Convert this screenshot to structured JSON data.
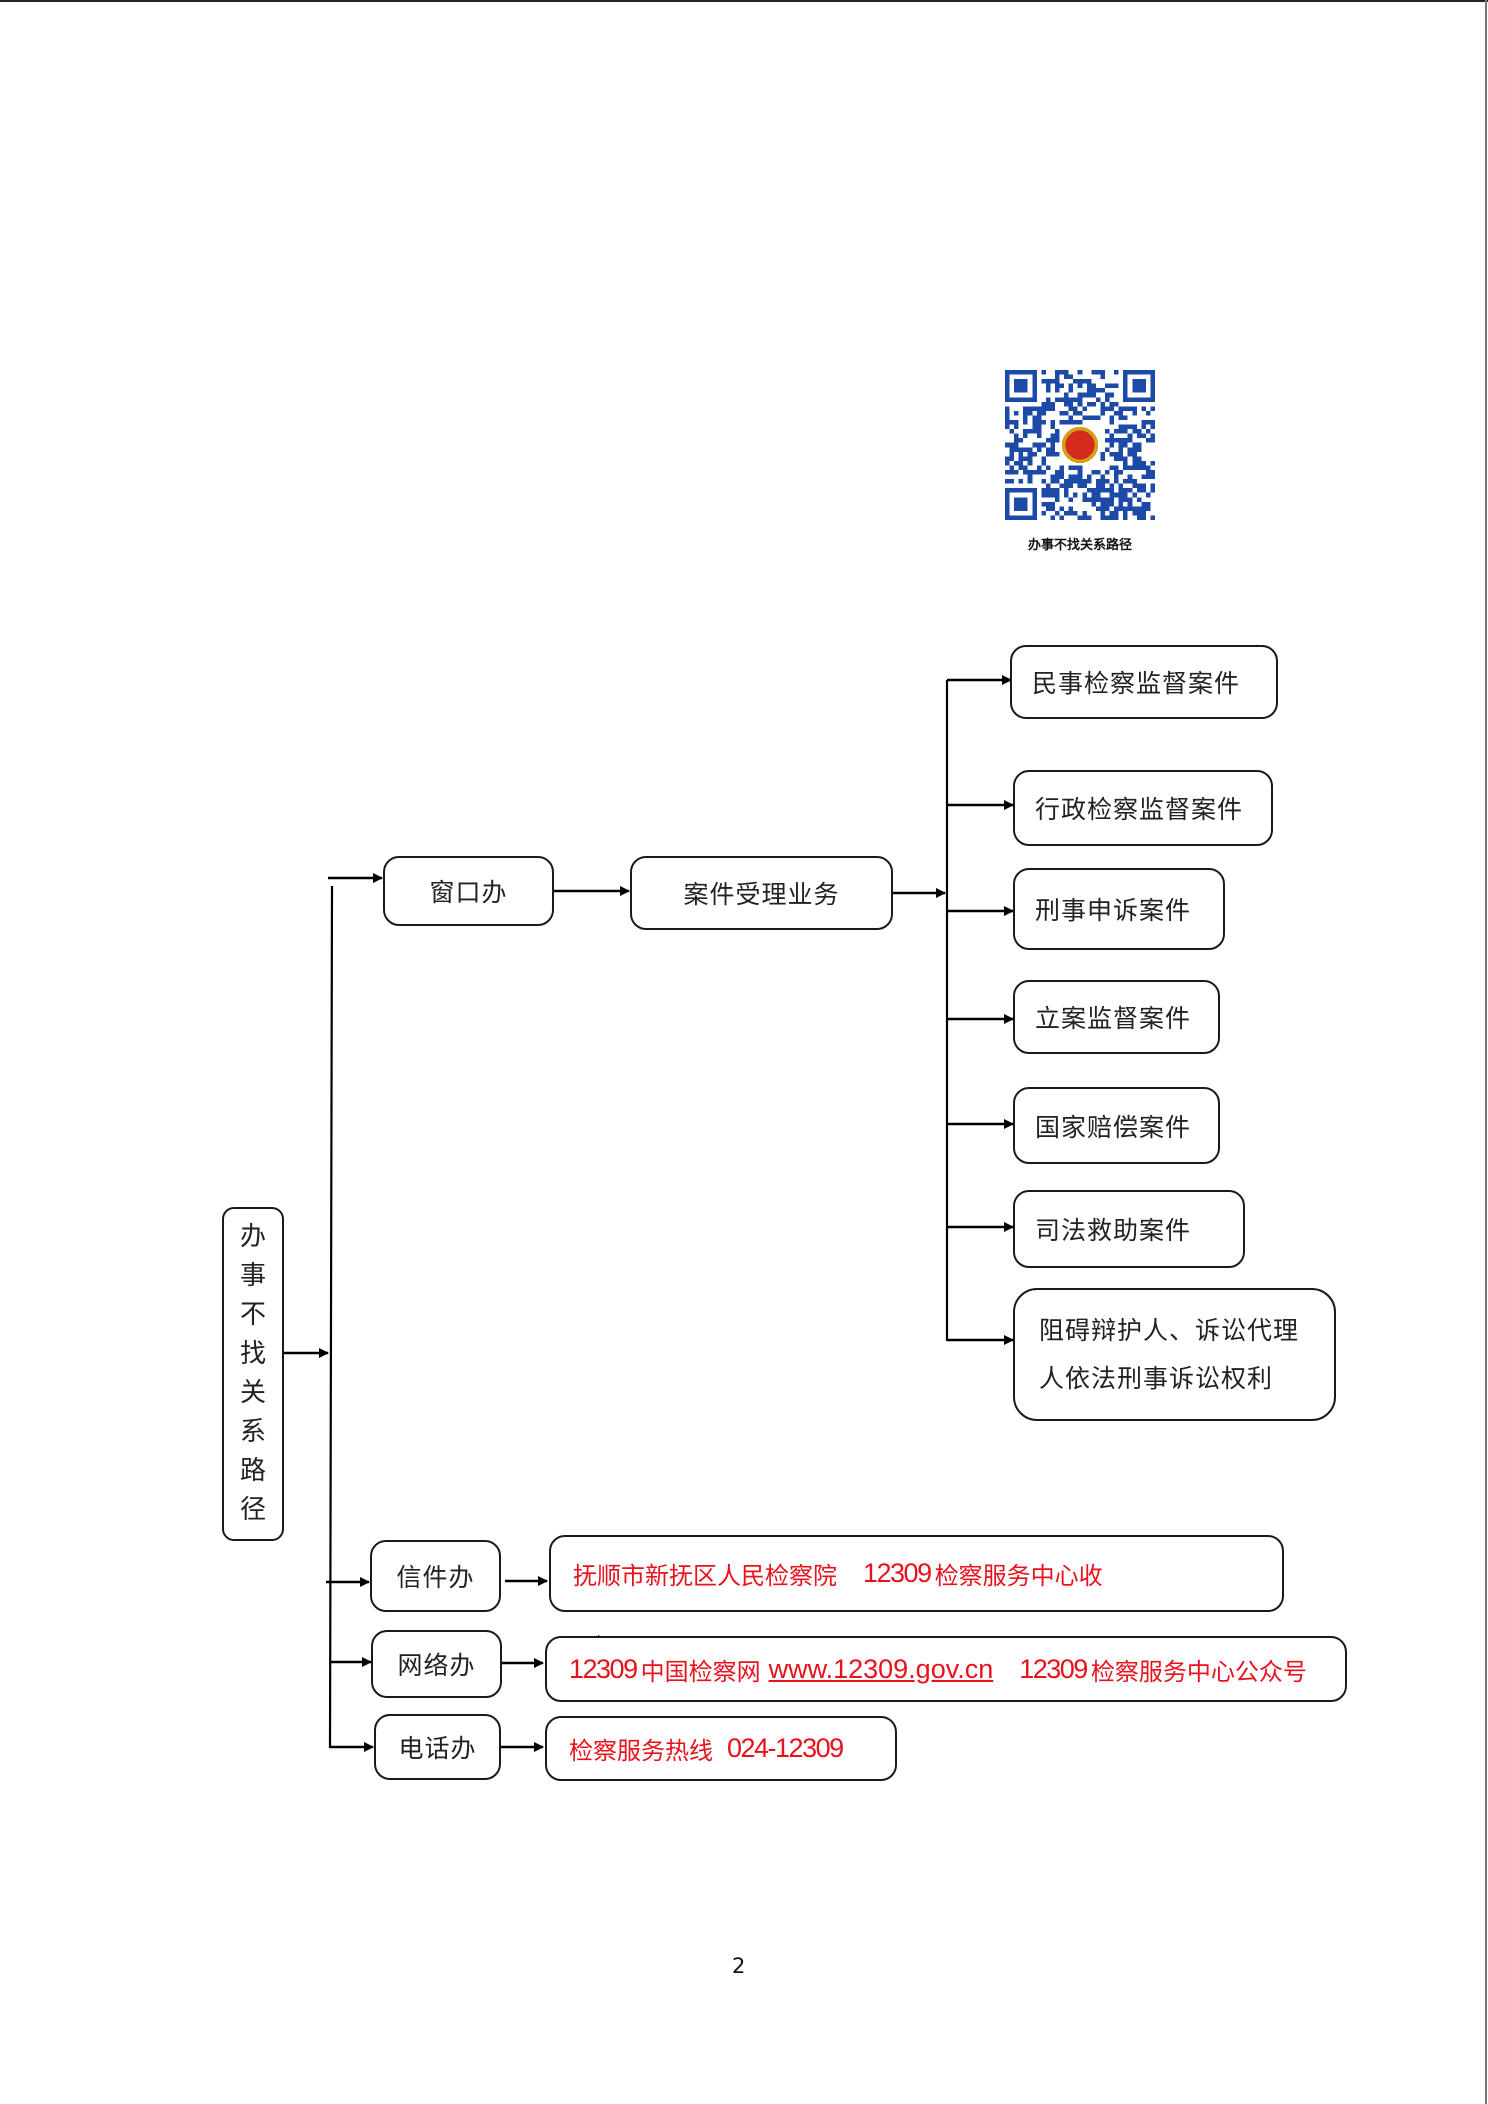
{
  "qr": {
    "caption": "办事不找关系路径",
    "color": "#1c4aa6",
    "emblem_color": "#d52b1e"
  },
  "root": {
    "label_chars": [
      "办",
      "事",
      "不",
      "找",
      "关",
      "系",
      "路",
      "径"
    ]
  },
  "channels": {
    "window": {
      "label": "窗口办",
      "next": "案件受理业务"
    },
    "letter": {
      "label": "信件办",
      "detail_parts": [
        "抚顺市新抚区人民检察院",
        "12309",
        "检察服务中心收"
      ]
    },
    "network": {
      "label": "网络办",
      "detail_parts": [
        "12309",
        "中国检察网",
        "www.12309.gov.cn",
        "12309",
        "检察服务中心公众号"
      ]
    },
    "phone": {
      "label": "电话办",
      "detail_parts": [
        "检察服务热线",
        "024-12309"
      ]
    }
  },
  "case_types": [
    "民事检察监督案件",
    "行政检察监督案件",
    "刑事申诉案件",
    "立案监督案件",
    "国家赔偿案件",
    "司法救助案件"
  ],
  "case_type_last": {
    "line1": "阻碍辩护人、诉讼代理",
    "line2": "人依法刑事诉讼权利"
  },
  "colors": {
    "detail_text": "#e8121c",
    "line": "#000000"
  },
  "page_number": "2"
}
